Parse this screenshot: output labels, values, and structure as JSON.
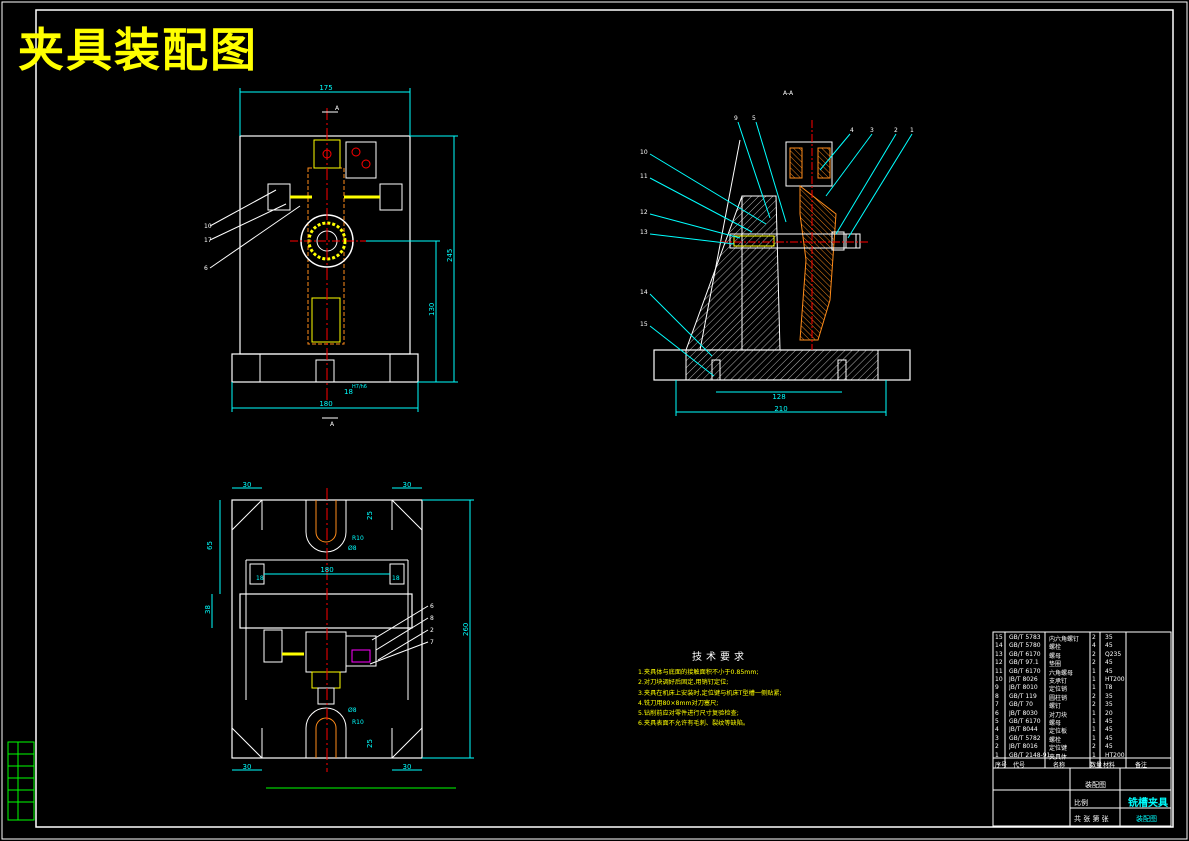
{
  "title": "夹具装配图",
  "front_view": {
    "dims": {
      "width_top": "175",
      "height_total": "245",
      "height_center": "130",
      "width_bottom": "180",
      "key_width": "18",
      "key_fit": "H7/h6"
    },
    "section_marker": "A",
    "balloons": [
      "10",
      "17",
      "6"
    ]
  },
  "section_view": {
    "label": "A-A",
    "dims": {
      "inner": "128",
      "outer": "210"
    },
    "balloons_top": [
      "9",
      "5",
      "4",
      "3",
      "2",
      "1"
    ],
    "balloons_left": [
      "10",
      "11",
      "12",
      "13",
      "14",
      "15"
    ]
  },
  "top_view": {
    "dims": {
      "corner_tl": "30",
      "corner_tr": "30",
      "corner_bl": "30",
      "corner_br": "30",
      "slot_r": "R10",
      "slot_r2": "R10",
      "depth_left": "65",
      "slot_depth": "25",
      "slot_depth2": "25",
      "inner_width": "180",
      "left_small": "18",
      "right_small": "18",
      "height_total": "260",
      "body": "38",
      "diam_top": "Ø8",
      "diam_bottom": "Ø8"
    },
    "balloons": [
      "6",
      "8",
      "2",
      "7"
    ]
  },
  "tech_requirements": {
    "title": "技术要求",
    "items": [
      "1.夹具体与底面的接触面积不小于0.85mm;",
      "2.对刀块调好后固定,用销钉定位;",
      "3.夹具在机床上安装时,定位键与机床T型槽一侧贴紧;",
      "4.铣刀用80×8mm对刀塞尺;",
      "5.钻削前应对零件进行尺寸复验检查;",
      "6.夹具表面不允许有毛刺、裂纹等缺陷。"
    ]
  },
  "bom": {
    "header": [
      "序号",
      "代号",
      "名称",
      "数量",
      "材料",
      "备注"
    ],
    "rows": [
      [
        "15",
        "GB/T 5783",
        "内六角螺钉",
        "2",
        "35"
      ],
      [
        "14",
        "GB/T 5780",
        "螺栓",
        "4",
        "45"
      ],
      [
        "13",
        "GB/T 6170",
        "螺母",
        "2",
        "Q235"
      ],
      [
        "12",
        "GB/T 97.1",
        "垫圈",
        "2",
        "45"
      ],
      [
        "11",
        "GB/T 6170",
        "六角螺母",
        "1",
        "45"
      ],
      [
        "10",
        "JB/T 8026",
        "支承钉",
        "1",
        "HT200"
      ],
      [
        "9",
        "JB/T 8010",
        "定位销",
        "1",
        "T8"
      ],
      [
        "8",
        "GB/T 119",
        "圆柱销",
        "2",
        "35"
      ],
      [
        "7",
        "GB/T 70",
        "螺钉",
        "2",
        "35"
      ],
      [
        "6",
        "JB/T 8030",
        "对刀块",
        "1",
        "20"
      ],
      [
        "5",
        "GB/T 6170",
        "螺母",
        "1",
        "45"
      ],
      [
        "4",
        "JB/T 8044",
        "定位板",
        "1",
        "45"
      ],
      [
        "3",
        "GB/T 5782",
        "螺栓",
        "1",
        "45"
      ],
      [
        "2",
        "JB/T 8016",
        "定位键",
        "2",
        "45"
      ],
      [
        "1",
        "GB/T 2148-91",
        "夹具体",
        "1",
        "HT200"
      ]
    ]
  },
  "title_block": {
    "drawing_name": "装配图",
    "part_name": "铣槽夹具",
    "sub_name": "装配图",
    "scale_label": "比例",
    "sheet_label": "共 张 第 张"
  },
  "colors": {
    "bg": "#000000",
    "frame": "#ffffff",
    "dim": "#00ffff",
    "center": "#ff0000",
    "part": "#ffff00",
    "hidden": "#ff8c1a",
    "hatch": "#ffffff"
  }
}
